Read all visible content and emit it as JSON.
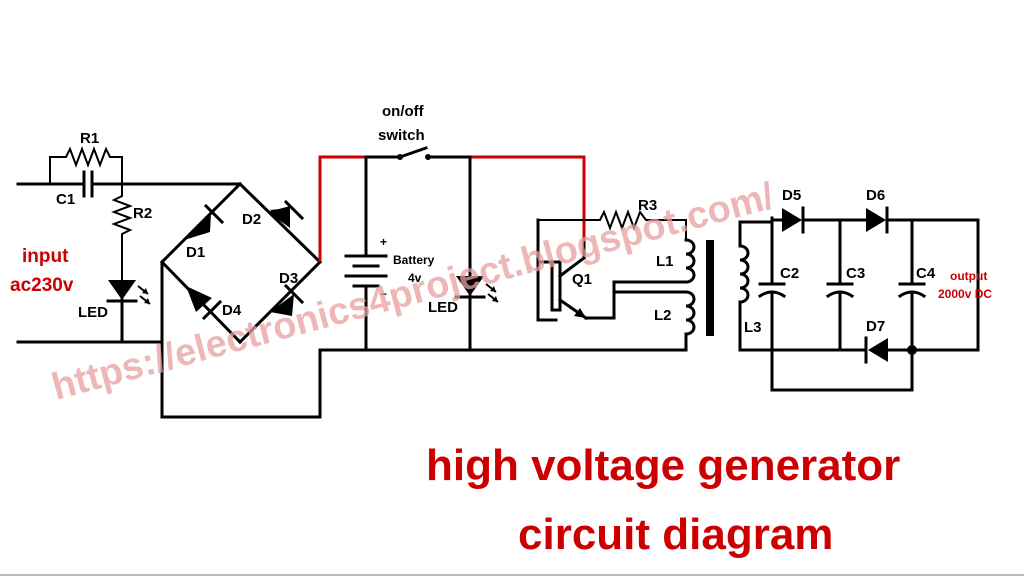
{
  "labels": {
    "r1": "R1",
    "c1": "C1",
    "r2": "R2",
    "input_line1": "input",
    "input_line2": "ac230v",
    "led_input": "LED",
    "d1": "D1",
    "d2": "D2",
    "d3": "D3",
    "d4": "D4",
    "switch_line1": "on/off",
    "switch_line2": "switch",
    "battery_line1": "Battery",
    "battery_line2": "4v",
    "battery_plus": "+",
    "battery_minus": "−",
    "led_battery": "LED",
    "r3": "R3",
    "q1": "Q1",
    "l1": "L1",
    "l2": "L2",
    "l3": "L3",
    "d5": "D5",
    "d6": "D6",
    "d7": "D7",
    "c2": "C2",
    "c3": "C3",
    "c4": "C4",
    "output_line1": "output",
    "output_line2": "2000v DC"
  },
  "watermark": "https://electronics4project.blogspot.com/",
  "title": {
    "line1": "high voltage generator",
    "line2": "circuit diagram"
  },
  "colors": {
    "wire": "#000000",
    "positive_rail": "#cc0000",
    "title": "#cc0000",
    "watermark": "#e8a0a0"
  }
}
